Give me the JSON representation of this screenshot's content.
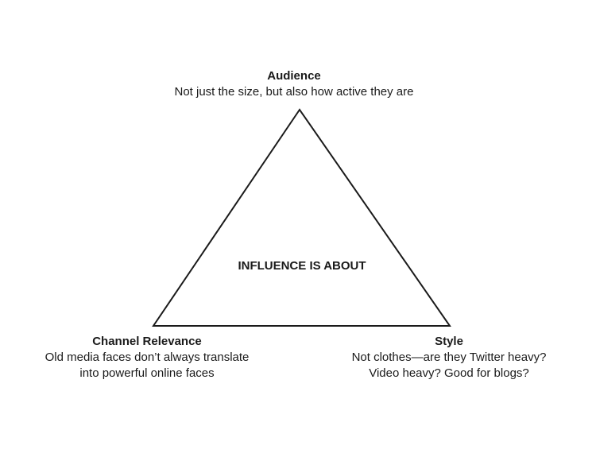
{
  "center": {
    "text": "INFLUENCE IS ABOUT"
  },
  "vertices": {
    "top": {
      "title": "Audience",
      "lines": [
        "Not just the size, but also how active they are"
      ]
    },
    "left": {
      "title": "Channel Relevance",
      "lines": [
        "Old media faces don’t always translate",
        "into powerful online faces"
      ]
    },
    "right": {
      "title": "Style",
      "lines": [
        "Not clothes—are they Twitter heavy?",
        "Video heavy? Good for blogs?"
      ]
    }
  },
  "colors": {
    "line": "#1a1a1a",
    "text": "#1a1a1a"
  }
}
